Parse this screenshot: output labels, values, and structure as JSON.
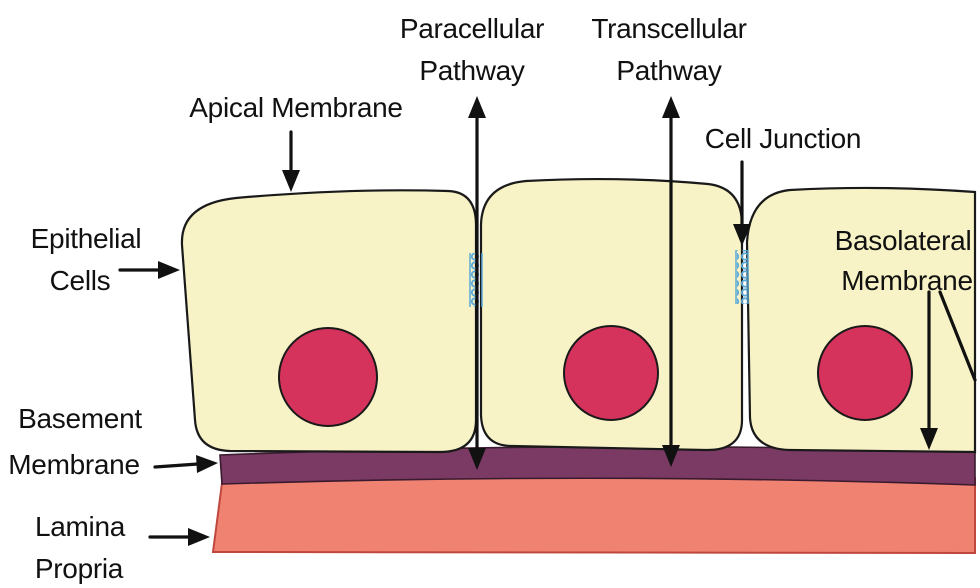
{
  "labels": {
    "paracellular_1": "Paracellular",
    "paracellular_2": "Pathway",
    "transcellular_1": "Transcellular",
    "transcellular_2": "Pathway",
    "apical": "Apical Membrane",
    "cell_junction": "Cell Junction",
    "epithelial_1": "Epithelial",
    "epithelial_2": "Cells",
    "basolateral_1": "Basolateral",
    "basolateral_2": "Membrane",
    "basement_1": "Basement",
    "basement_2": "Membrane",
    "lamina_1": "Lamina",
    "lamina_2": "Propria"
  },
  "colors": {
    "cytoplasm": "#f8f3c6",
    "nucleus": "#d5325c",
    "basement_membrane": "#7a3a63",
    "lamina_propria": "#f08272",
    "lamina_edge": "#c0473d",
    "junction": "#5aa9d6",
    "outline": "#1a1a1a"
  }
}
